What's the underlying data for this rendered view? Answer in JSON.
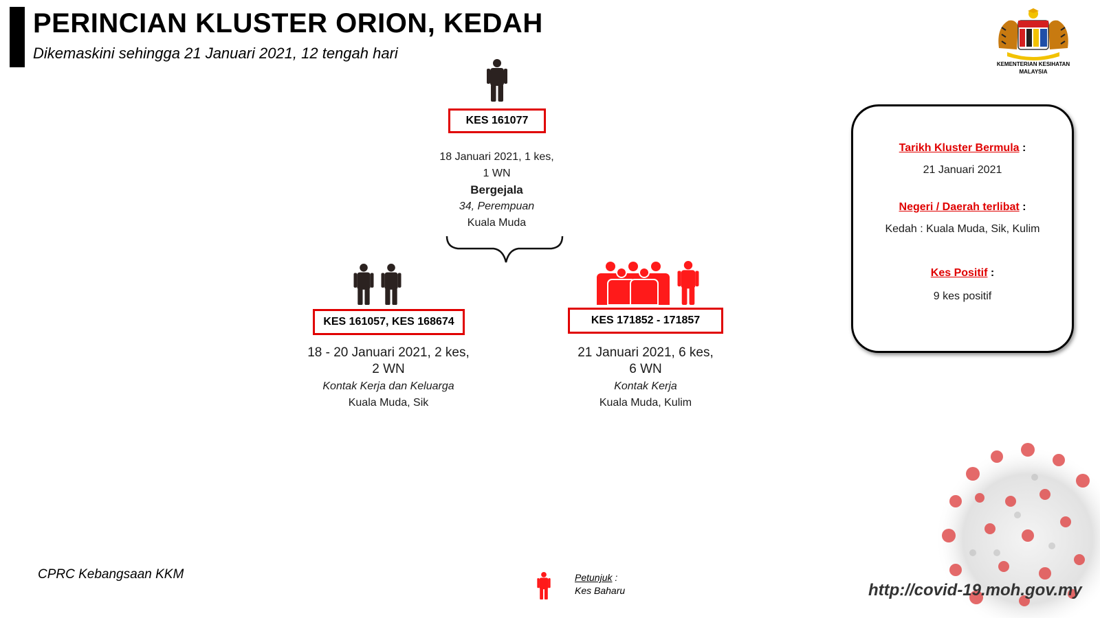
{
  "header": {
    "title": "PERINCIAN KLUSTER ORION, KEDAH",
    "subtitle": "Dikemaskini sehingga 21 Januari 2021, 12 tengah hari"
  },
  "logo": {
    "icon": "malaysia-coat-of-arms",
    "line1": "KEMENTERIAN KESIHATAN",
    "line2": "MALAYSIA"
  },
  "index_case": {
    "label": "KES 161077",
    "date_line": "18 Januari 2021, 1 kes,",
    "nationality": "1 WN",
    "status": "Bergejala",
    "profile": "34, Perempuan",
    "location": "Kuala Muda"
  },
  "branches": [
    {
      "label": "KES 161057, KES 168674",
      "date_line": "18 - 20 Januari 2021, 2 kes,",
      "nationality": "2 WN",
      "relation": "Kontak Kerja dan Keluarga",
      "location": "Kuala Muda, Sik"
    },
    {
      "label": "KES 171852 - 171857",
      "date_line": "21 Januari 2021, 6 kes,",
      "nationality": "6 WN",
      "relation": "Kontak Kerja",
      "location": "Kuala Muda, Kulim"
    }
  ],
  "summary": {
    "start_label": "Tarikh Kluster Bermula",
    "start_value": "21 Januari 2021",
    "area_label": "Negeri / Daerah terlibat",
    "area_value": "Kedah : Kuala Muda, Sik, Kulim",
    "positive_label": "Kes Positif",
    "positive_value": "9 kes positif",
    "colon": ":"
  },
  "footer": {
    "source": "CPRC Kebangsaan KKM",
    "legend_title": "Petunjuk",
    "legend_colon": ":",
    "legend_item": "Kes Baharu",
    "url": "http://covid-19.moh.gov.my"
  },
  "colors": {
    "existing_case": "#2b2220",
    "new_case": "#ff1a1a",
    "highlight": "#e00000"
  }
}
